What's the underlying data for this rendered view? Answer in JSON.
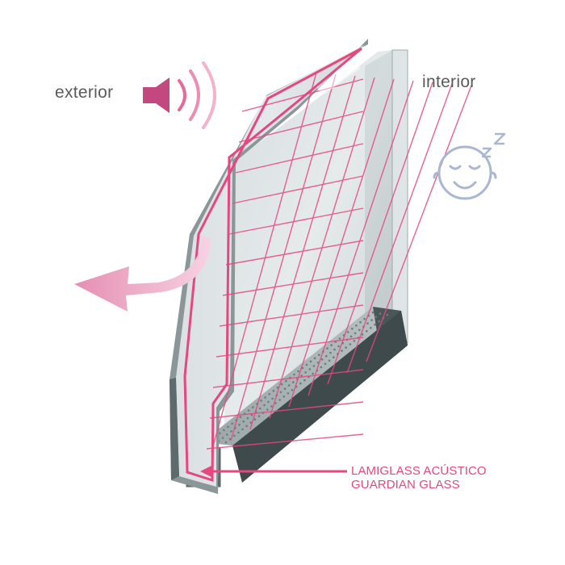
{
  "labels": {
    "exterior": "exterior",
    "interior": "interior"
  },
  "callout": {
    "line1": "LAMIGLASS ACÚSTICO",
    "line2": "GUARDIAN GLASS"
  },
  "icons": {
    "speaker": "speaker-icon",
    "sleeping_face": "sleeping-face-icon",
    "arrow": "curved-arrow-icon"
  },
  "colors": {
    "accent_pink": "#e5487f",
    "light_pink": "#f4a7c4",
    "face_blue": "#a9b7d2",
    "text_gray": "#5b5b5b",
    "glass": "#cfd6d8",
    "glass_edge": "#4a5658",
    "spacer_dark": "#3e4a4c"
  }
}
